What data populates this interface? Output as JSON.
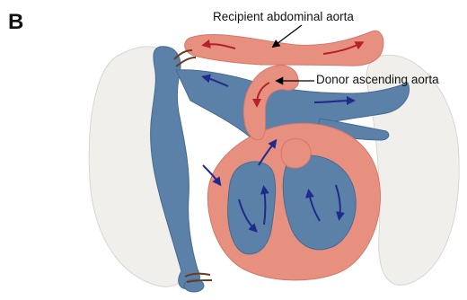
{
  "panel_letter": "B",
  "labels": {
    "recipient_abdominal_aorta": "Recipient abdominal aorta",
    "donor_ascending_aorta": "Donor ascending aorta"
  },
  "colors": {
    "lung": "#f0efeb",
    "lung_outline": "#d8d6d0",
    "venous_blue": "#5b81a8",
    "venous_blue_dark": "#466b91",
    "arterial_pink": "#e8907f",
    "arterial_pink_dark": "#d5776a",
    "arrow_red": "#b5202a",
    "arrow_blue": "#1f2a8c",
    "suture": "#6b3a1e",
    "leader_line": "#000000"
  },
  "icons": {
    "red_arrow": "red-flow-arrow",
    "blue_arrow": "blue-flow-arrow"
  }
}
